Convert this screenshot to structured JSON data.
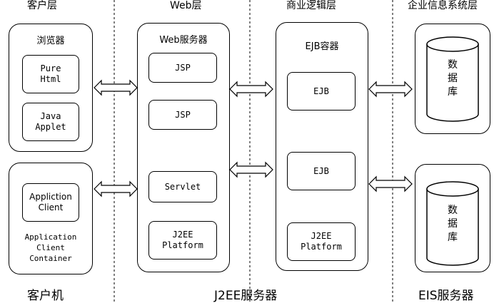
{
  "tiers": {
    "client": "客户层",
    "web": "Web层",
    "business": "商业逻辑层",
    "eis": "企业信息系统层"
  },
  "client": {
    "browser_title": "浏览器",
    "pure_html": "Pure\nHtml",
    "java_applet": "Java\nApplet",
    "appclient": "Appliction\nClient",
    "container_label": "Application\nClient\nContainer"
  },
  "web": {
    "title": "Web服务器",
    "jsp1": "JSP",
    "jsp2": "JSP",
    "servlet": "Servlet",
    "platform": "J2EE\nPlatform"
  },
  "ejb": {
    "title": "EJB容器",
    "ejb1": "EJB",
    "ejb2": "EJB",
    "platform": "J2EE\nPlatform"
  },
  "eis": {
    "db1": "数\n据\n库",
    "db2": "数\n据\n库"
  },
  "footer": {
    "client_machine": "客户机",
    "j2ee_server": "J2EE服务器",
    "eis_server": "EIS服务器"
  }
}
